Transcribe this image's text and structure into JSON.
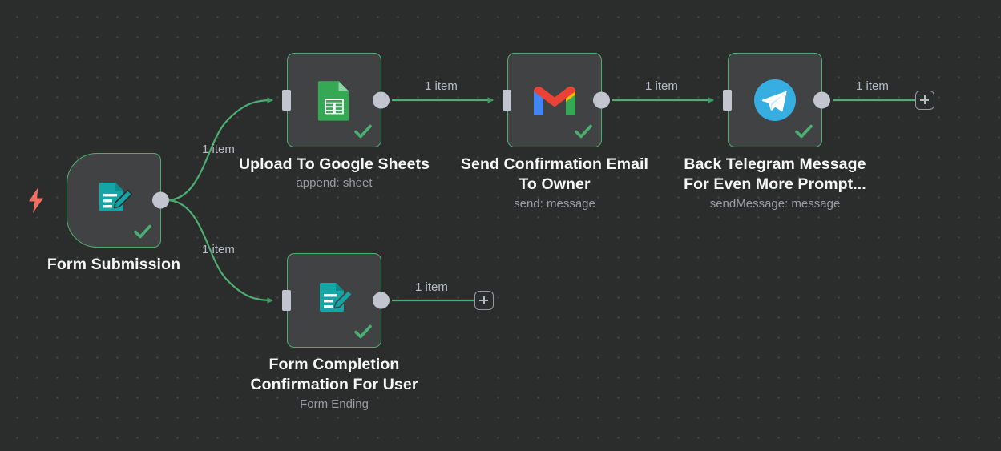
{
  "canvas": {
    "background_color": "#2b2c2c",
    "dot_color": "#4a4b4a",
    "edge_color": "#4caf72",
    "node_background": "#414244",
    "node_border": "#4caf72"
  },
  "nodes": [
    {
      "id": "form-submission",
      "label": "Form Submission",
      "sublabel": "",
      "icon": "form-edit-icon",
      "icon_color": "#16a5a5",
      "type": "trigger",
      "trigger_icon": "lightning-bolt-icon",
      "trigger_icon_color": "#f2705f",
      "status": "success"
    },
    {
      "id": "upload-to-google-sheets",
      "label": "Upload To Google Sheets",
      "sublabel": "append: sheet",
      "icon": "google-sheets-icon",
      "icon_color": "#34a853",
      "type": "action",
      "status": "success"
    },
    {
      "id": "send-confirmation-email-to-owner",
      "label": "Send Confirmation Email\nTo Owner",
      "sublabel": "send: message",
      "icon": "gmail-icon",
      "icon_color": "#ea4335",
      "type": "action",
      "status": "success"
    },
    {
      "id": "back-telegram-message",
      "label": "Back Telegram Message\nFor Even More Prompt...",
      "sublabel": "sendMessage: message",
      "icon": "telegram-icon",
      "icon_color": "#37aee2",
      "type": "action",
      "status": "success"
    },
    {
      "id": "form-completion-confirmation-for-user",
      "label": "Form Completion\nConfirmation For User",
      "sublabel": "Form Ending",
      "icon": "form-edit-icon",
      "icon_color": "#16a5a5",
      "type": "action",
      "status": "success"
    }
  ],
  "connections": [
    {
      "from": "form-submission",
      "to": "upload-to-google-sheets",
      "label": "1 item"
    },
    {
      "from": "form-submission",
      "to": "form-completion-confirmation-for-user",
      "label": "1 item"
    },
    {
      "from": "upload-to-google-sheets",
      "to": "send-confirmation-email-to-owner",
      "label": "1 item"
    },
    {
      "from": "send-confirmation-email-to-owner",
      "to": "back-telegram-message",
      "label": "1 item"
    },
    {
      "from": "back-telegram-message",
      "to": "add-node-top",
      "label": "1 item"
    },
    {
      "from": "form-completion-confirmation-for-user",
      "to": "add-node-bottom",
      "label": "1 item"
    }
  ],
  "add_buttons": [
    {
      "id": "add-node-top",
      "label": "+"
    },
    {
      "id": "add-node-bottom",
      "label": "+"
    }
  ]
}
